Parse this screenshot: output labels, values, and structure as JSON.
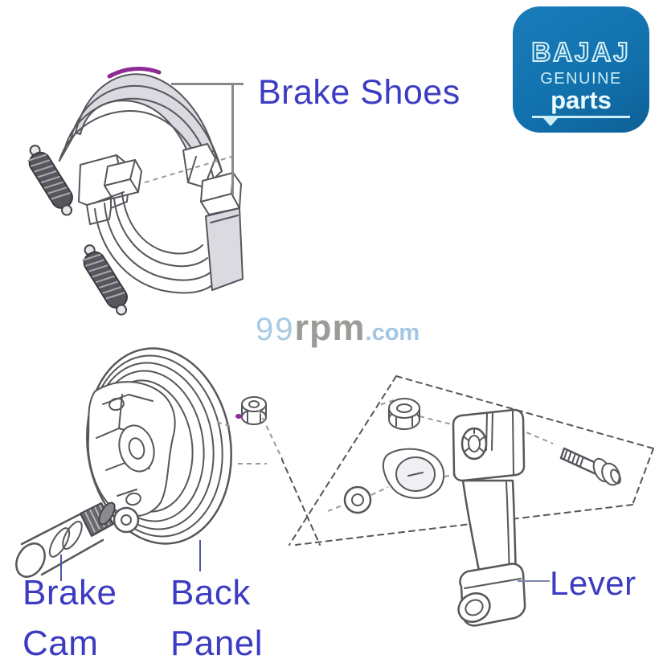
{
  "page": {
    "background_color": "#ffffff"
  },
  "logo": {
    "brand": "BAJAJ",
    "subtitle": "GENUINE",
    "product_line": "parts",
    "background_color": "#1272ae",
    "text_color": "#d4f0f6"
  },
  "watermark": {
    "part1": "99",
    "part2": "rpm",
    "part3": ".com",
    "part1_color": "#a6cbe7",
    "part2_color": "#9b9b97",
    "part3_color": "#a2c6e4"
  },
  "labels": {
    "color": "#3c3cc3",
    "brake_shoes": "Brake Shoes",
    "brake_cam": {
      "line1": "Brake",
      "line2": "Cam"
    },
    "back_panel": {
      "line1": "Back",
      "line2": "Panel"
    },
    "lever": "Lever"
  },
  "drawing": {
    "line_color": "#56565c",
    "lining_fill": "#dadae0",
    "accent_purple": "#8e2a94",
    "leader_blue": "#4f55a5",
    "leader_gray": "#8a8a8c",
    "parts_shown": [
      "Brake Shoes",
      "Return Springs",
      "Back Panel",
      "Brake Cam",
      "Washer",
      "Nut",
      "Cam Seal",
      "O-Ring",
      "Lever",
      "Bolt"
    ]
  }
}
